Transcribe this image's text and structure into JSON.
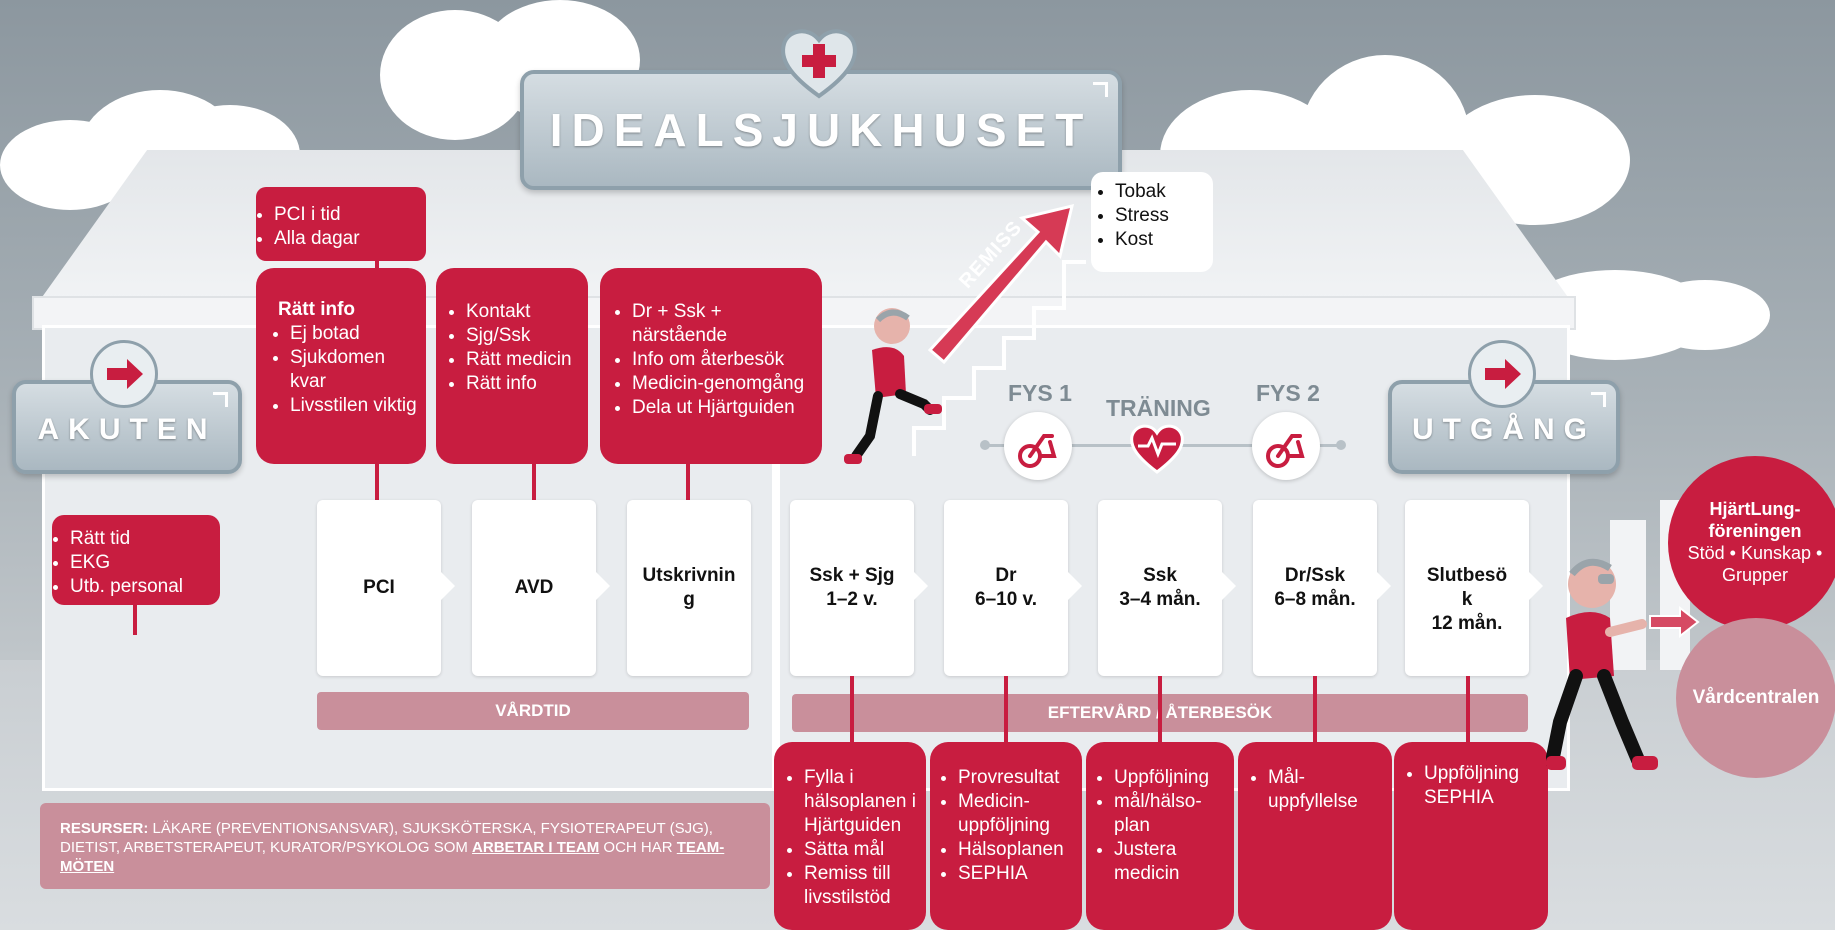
{
  "title": "IDEALSJUKHUSET",
  "signs": {
    "akuten": "AKUTEN",
    "utgang": "UTGÅNG"
  },
  "akuten_box": [
    "Rätt tid",
    "EKG",
    "Utb. personal"
  ],
  "top_box": [
    "PCI i tid",
    "Alla dagar"
  ],
  "ratt_info": {
    "head": "Rätt info",
    "items": [
      "Ej botad",
      "Sjukdomen kvar",
      "Livsstilen viktig"
    ]
  },
  "avd_box": [
    "Kontakt",
    "Sjg/Ssk",
    "Rätt medicin",
    "Rätt info"
  ],
  "utskr_box": [
    "Dr + Ssk + närstående",
    "Info om återbesök",
    "Medicin-genomgång",
    "Dela ut Hjärtguiden"
  ],
  "remiss": "REMISS",
  "remiss_box": [
    "Tobak",
    "Stress",
    "Kost"
  ],
  "stages": {
    "fys1": "FYS 1",
    "traning": "TRÄNING",
    "fys2": "FYS 2"
  },
  "cards": [
    "PCI",
    "AVD",
    "Utskrivnin\ng",
    "Ssk + Sjg\n1–2 v.",
    "Dr\n6–10 v.",
    "Ssk\n3–4 mån.",
    "Dr/Ssk\n6–8 mån.",
    "Slutbesö\nk\n12 mån."
  ],
  "bars": {
    "vardtid": "VÅRDTID",
    "eftervard": "EFTERVÅRD / ÅTERBESÖK"
  },
  "bottom_boxes": [
    [
      "Fylla i hälsoplanen i Hjärtguiden",
      "Sätta mål",
      "Remiss till livsstilstöd"
    ],
    [
      "Provresultat",
      "Medicin-uppföljning",
      "Hälsoplanen",
      "SEPHIA"
    ],
    [
      "Uppföljning",
      "mål/hälso-plan",
      "Justera medicin"
    ],
    [
      "Mål-uppfyllelse"
    ],
    [
      "Uppföljning SEPHIA"
    ]
  ],
  "resurser": {
    "label": "RESURSER:",
    "text1": " LÄKARE (PREVENTIONSANSVAR), SJUKSKÖTERSKA, FYSIOTERAPEUT (SJG), DIETIST, ARBETSTERAPEUT, KURATOR/PSYKOLOG SOM ",
    "link1": "ARBETAR I TEAM",
    "text2": " OCH HAR ",
    "link2": "TEAM-MÖTEN"
  },
  "hjartlung": {
    "title": "HjärtLung-föreningen",
    "text": "Stöd • Kunskap • Grupper"
  },
  "vardcentralen": "Vårdcentralen",
  "colors": {
    "red": "#c81d40",
    "pink": "#c98f9b",
    "sign": "#aab8c1",
    "ink": "#111111"
  },
  "icons": [
    "heart-plus-icon",
    "arrow-right-icon",
    "exercise-bike-icon",
    "heartbeat-icon",
    "walking-person-icon",
    "climbing-person-icon"
  ]
}
